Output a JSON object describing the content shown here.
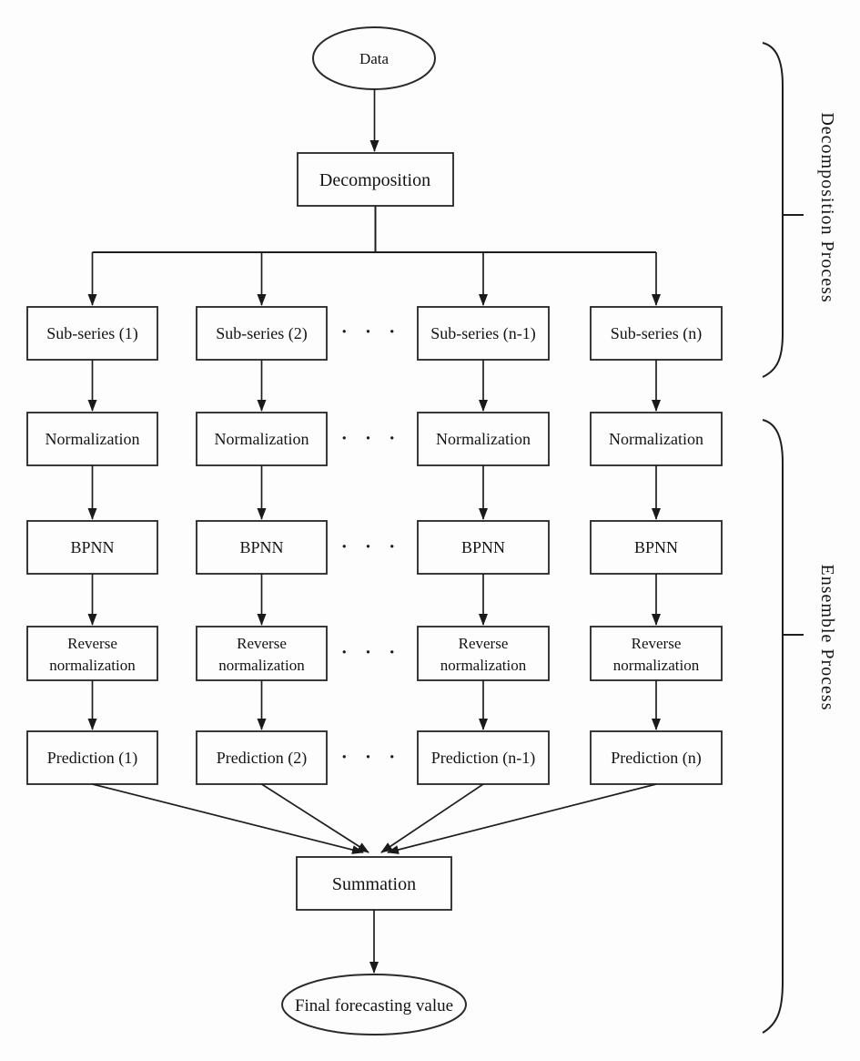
{
  "diagram": {
    "kind": "flowchart",
    "nodes": {
      "start": "Data",
      "decomposition": "Decomposition",
      "summation": "Summation",
      "final": "Final forecasting value",
      "ellipsis": "· · ·"
    },
    "columns": [
      {
        "subseries": "Sub-series (1)",
        "normalization": "Normalization",
        "bpnn": "BPNN",
        "reverse": {
          "line1": "Reverse",
          "line2": "normalization"
        },
        "prediction": "Prediction (1)"
      },
      {
        "subseries": "Sub-series (2)",
        "normalization": "Normalization",
        "bpnn": "BPNN",
        "reverse": {
          "line1": "Reverse",
          "line2": "normalization"
        },
        "prediction": "Prediction (2)"
      },
      {
        "subseries": "Sub-series (n-1)",
        "normalization": "Normalization",
        "bpnn": "BPNN",
        "reverse": {
          "line1": "Reverse",
          "line2": "normalization"
        },
        "prediction": "Prediction (n-1)"
      },
      {
        "subseries": "Sub-series (n)",
        "normalization": "Normalization",
        "bpnn": "BPNN",
        "reverse": {
          "line1": "Reverse",
          "line2": "normalization"
        },
        "prediction": "Prediction (n)"
      }
    ],
    "brackets": {
      "decomposition": "Decomposition Process",
      "ensemble": "Ensemble Process"
    },
    "colors": {
      "line": "#1e1e1e",
      "text": "#141414",
      "background": "#fdfdfd"
    }
  }
}
